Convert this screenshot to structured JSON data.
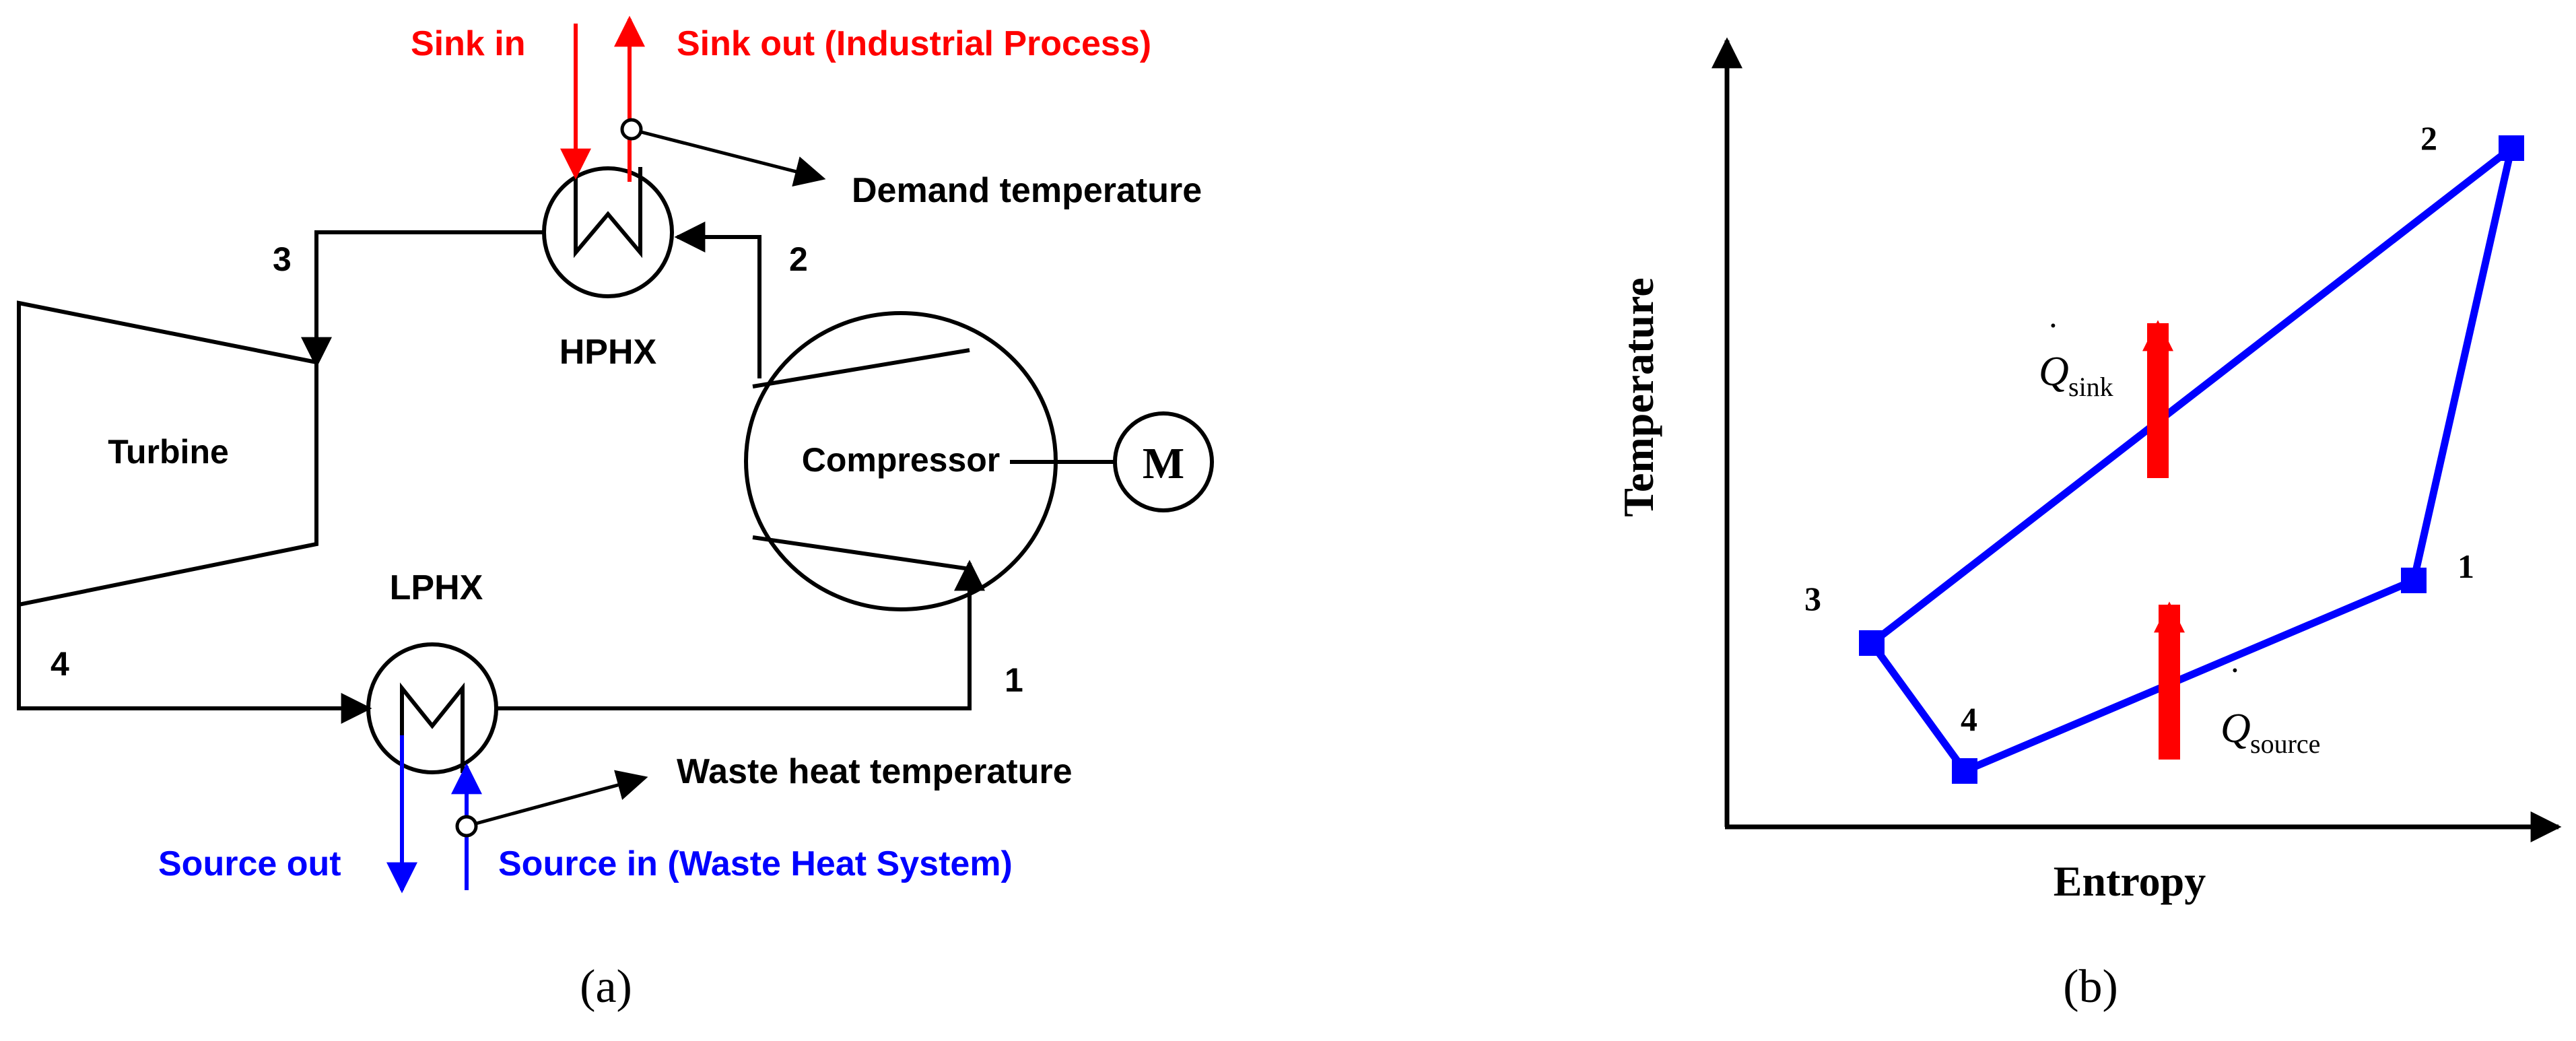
{
  "colors": {
    "line": "#000000",
    "sink": "#ff0000",
    "source": "#0000ff",
    "cycle": "#0000ff",
    "heat_arrow": "#ff0000"
  },
  "panel_a": {
    "caption": "(a)",
    "sink_in": "Sink in",
    "sink_out": "Sink out (Industrial Process)",
    "demand_temperature": "Demand temperature",
    "hphx": "HPHX",
    "lphx": "LPHX",
    "turbine": "Turbine",
    "compressor": "Compressor",
    "motor": "M",
    "waste_heat_temperature": "Waste heat temperature",
    "source_out": "Source out",
    "source_in": "Source in (Waste Heat System)",
    "state_1": "1",
    "state_2": "2",
    "state_3": "3",
    "state_4": "4"
  },
  "panel_b": {
    "caption": "(b)",
    "x_axis_label": "Entropy",
    "y_axis_label": "Temperature",
    "q_symbol": "Q",
    "q_sink_sub": "sink",
    "q_source_sub": "source",
    "state_1": "1",
    "state_2": "2",
    "state_3": "3",
    "state_4": "4"
  }
}
